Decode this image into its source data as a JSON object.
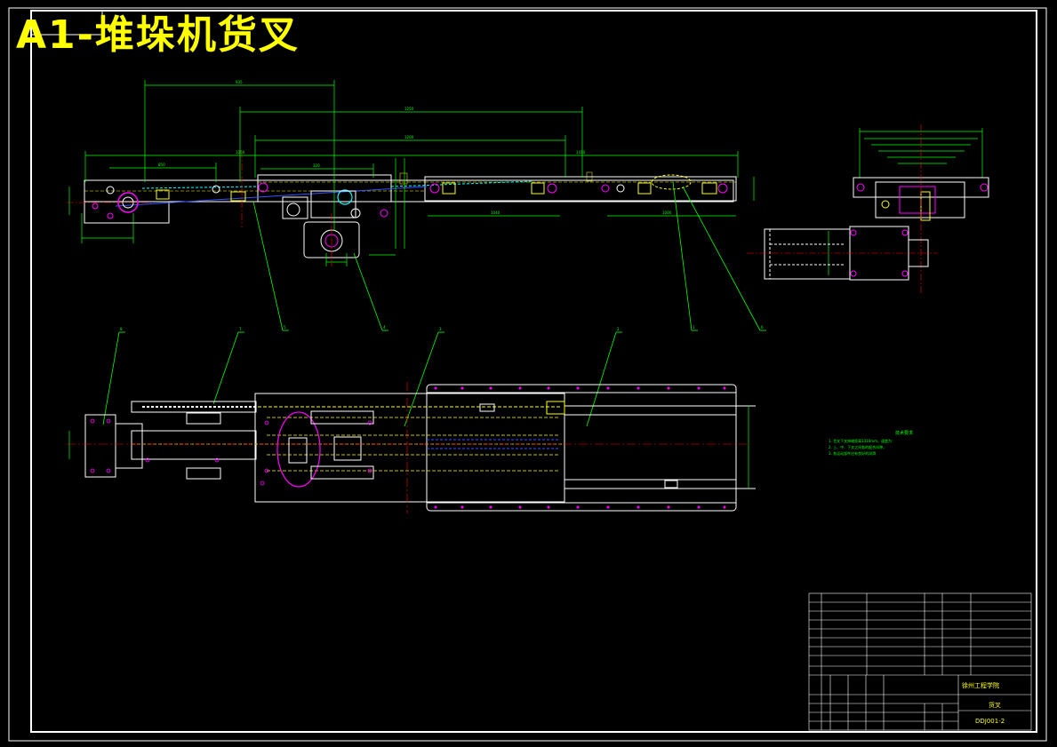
{
  "drawing": {
    "sheet_title": "A1-堆垛机货叉",
    "colors": {
      "background": "#000000",
      "frame": "#ffffff",
      "outline": "#ffffff",
      "dimension": "#00ff00",
      "leader": "#00ff00",
      "hidden": "#ffff00",
      "centerline": "#ff0000",
      "cyan_part": "#00ffff",
      "magenta_part": "#ff00ff",
      "blue_part": "#3355ff",
      "title_text": "#ffff00"
    },
    "top_dimensions": [
      "935",
      "1250",
      "1200",
      "1050",
      "850",
      "1410",
      "320",
      "1040",
      "1000"
    ],
    "balloon_numbers": [
      "8",
      "7",
      "5",
      "4",
      "3",
      "2",
      "1",
      "6"
    ],
    "tech_notes": {
      "title": "技术要求",
      "lines": [
        "1. 货叉下叉伸缩距离1310mm，速度为：  ",
        "2. 上、中、下叉之间各的配合间隙，",
        "3. 各运动部件应有良好的润滑"
      ]
    },
    "title_block": {
      "school": "徐州工程学院",
      "part_name": "货叉",
      "drawing_number": "DDJ001-2"
    },
    "bom_rows": 8
  }
}
